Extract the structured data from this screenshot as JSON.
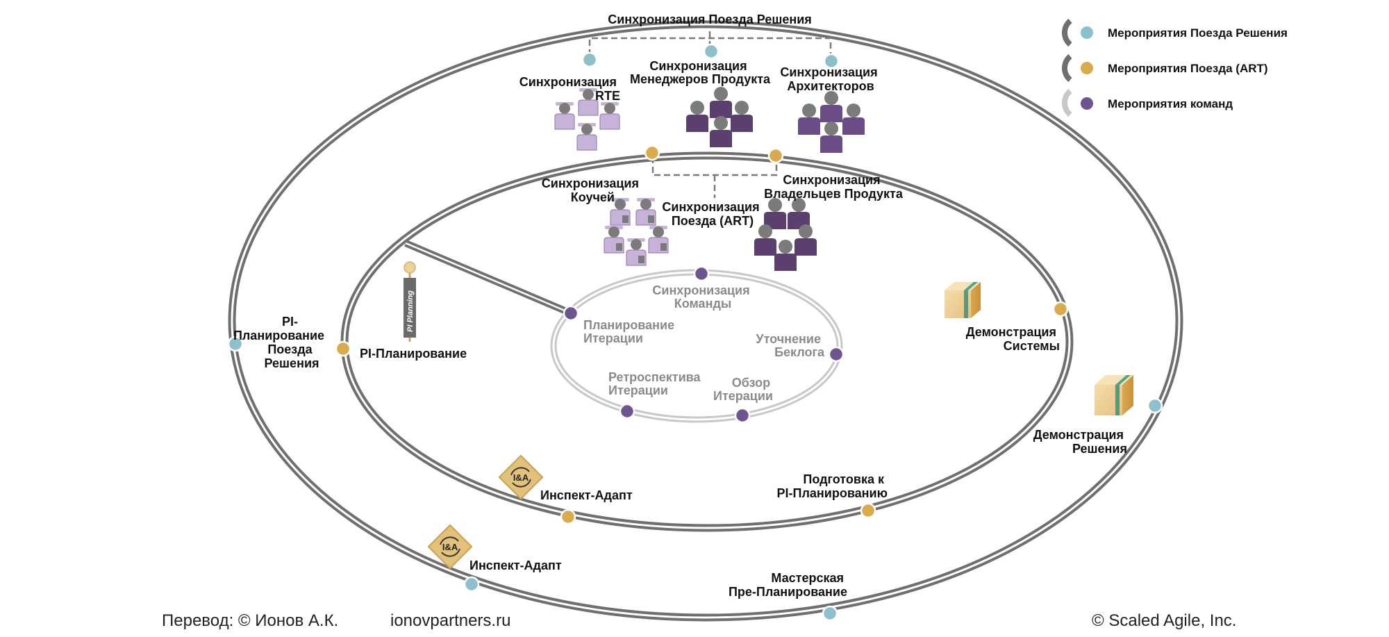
{
  "colors": {
    "solution_events": "#8ec0cc",
    "art_events": "#d8ac4c",
    "team_events": "#6e5590",
    "track": "#6f6f6f",
    "track_inner": "#c8c8c8",
    "people_dark": "#5b3f6e",
    "people_light": "#c7b3d8",
    "head_gray": "#7b7b7b"
  },
  "legend": [
    {
      "label": "Мероприятия Поезда Решения",
      "color": "#8ec0cc"
    },
    {
      "label": "Мероприятия Поезда (ART)",
      "color": "#d8ac4c"
    },
    {
      "label": "Мероприятия команд",
      "color": "#6e5590"
    }
  ],
  "solution_sync": {
    "title": "Синхронизация Поезда Решения",
    "rte": [
      "Синхронизация",
      "RTE"
    ],
    "product_managers": [
      "Синхронизация",
      "Менеджеров Продукта"
    ],
    "architects": [
      "Синхронизация",
      "Архитекторов"
    ]
  },
  "art_sync": {
    "coaches": [
      "Синхронизация",
      "Коучей"
    ],
    "art": [
      "Синхронизация",
      "Поезда (ART)"
    ],
    "product_owners": [
      "Синхронизация",
      "Владельцев Продукта"
    ]
  },
  "team": {
    "sync": [
      "Синхронизация",
      "Команды"
    ],
    "iteration_planning": [
      "Планирование",
      "Итерации"
    ],
    "backlog_refinement": [
      "Уточнение",
      "Беклога"
    ],
    "retrospective": [
      "Ретроспектива",
      "Итерации"
    ],
    "review": [
      "Обзор",
      "Итерации"
    ]
  },
  "outer": {
    "pi_planning": [
      "PI-",
      "Планирование",
      "Поезда",
      "Решения"
    ],
    "solution_demo": [
      "Демонстрация",
      "Решения"
    ],
    "inspect_adapt": "Инспект-Адапт",
    "pre_planning": [
      "Мастерская",
      "Пре-Планирование"
    ]
  },
  "middle": {
    "pi_planning": "PI-Планирование",
    "pi_planning_sign": "PI Planning",
    "system_demo": [
      "Демонстрация",
      "Системы"
    ],
    "inspect_adapt": "Инспект-Адапт",
    "prep": [
      "Подготовка к",
      "PI-Планированию"
    ]
  },
  "ia_badge": "I&A",
  "footer": {
    "translation": "Перевод: © Ионов А.К.",
    "site": "ionovpartners.ru",
    "copyright": "© Scaled Agile,  Inc."
  }
}
